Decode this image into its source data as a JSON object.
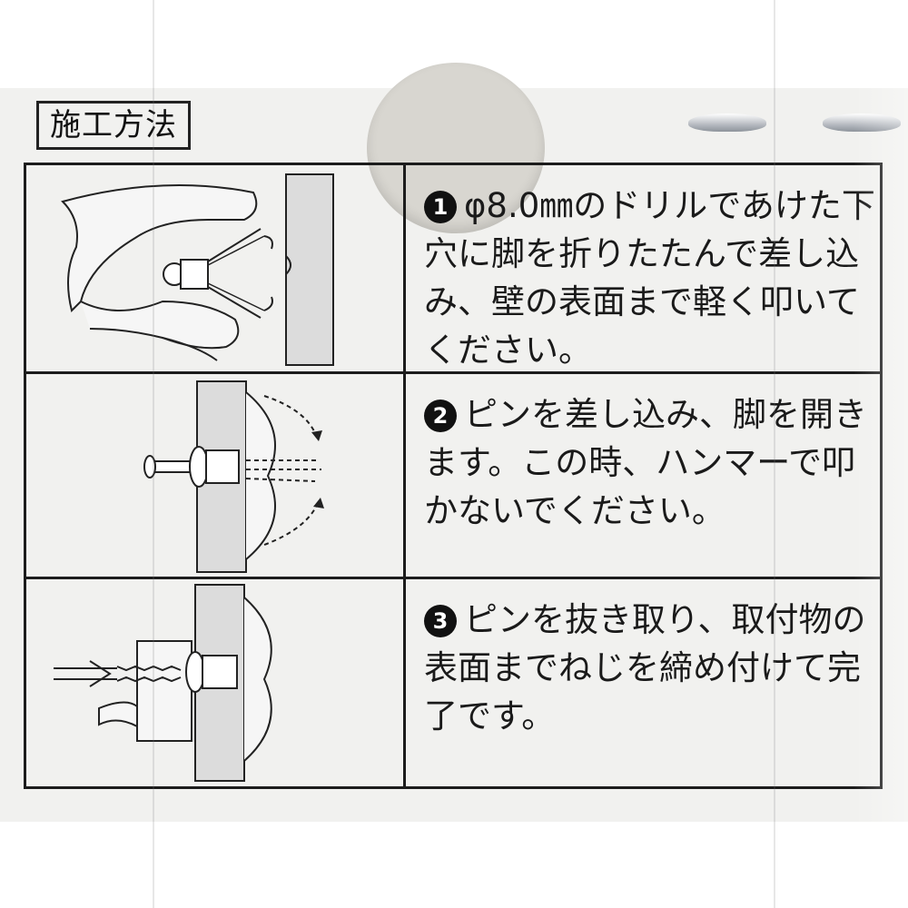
{
  "title": "施工方法",
  "steps": [
    {
      "number": "1",
      "text": "φ8.0㎜のドリルであけた下穴に脚を折りたたんで差し込み、壁の表面まで軽く叩いてください。"
    },
    {
      "number": "2",
      "text": "ピンを差し込み、脚を開きます。この時、ハンマーで叩かないでください。"
    },
    {
      "number": "3",
      "text": "ピンを抜き取り、取付物の表面までねじを締め付けて完了です。"
    }
  ],
  "colors": {
    "card": "#f1f1ef",
    "ink": "#1c1c1c",
    "wall_fill": "#d9d9d9"
  },
  "icons": [
    "hanging-hole-icon",
    "number-badge-icon",
    "wall-anchor-illustration"
  ]
}
